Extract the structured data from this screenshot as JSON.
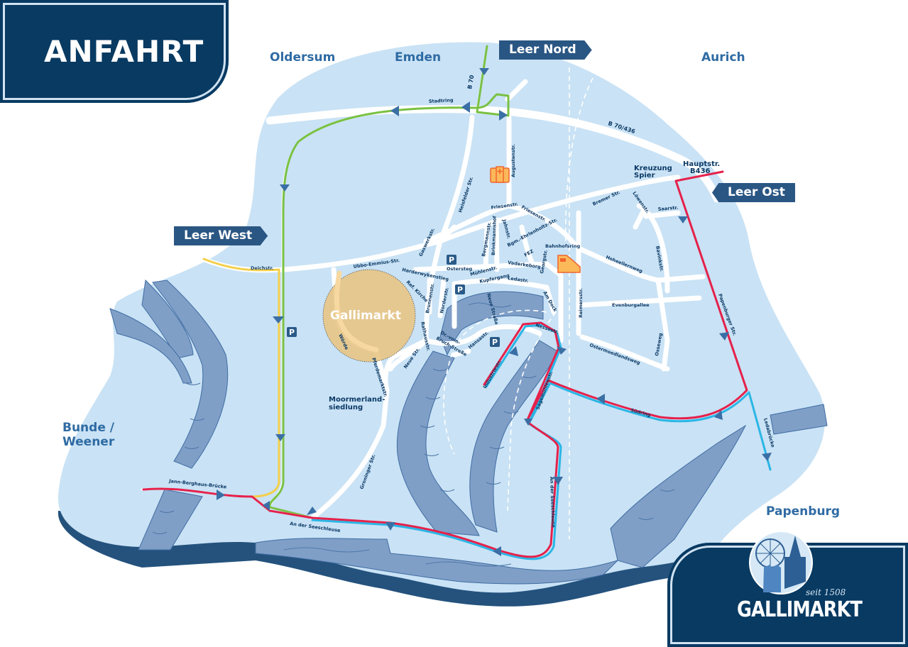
{
  "title": "ANFAHRT",
  "cities": {
    "oldersum": "Oldersum",
    "emden": "Emden",
    "aurich": "Aurich",
    "bunde": "Bunde /",
    "weener": "Weener",
    "papenburg": "Papenburg"
  },
  "signs": {
    "leer_nord": "Leer Nord",
    "leer_ost": "Leer Ost",
    "leer_west": "Leer West"
  },
  "venue": "Gallimarkt",
  "districts": {
    "kreuzung_1": "Kreuzung",
    "kreuzung_2": "Spier",
    "hauptstr_1": "Hauptstr.",
    "hauptstr_2": "B436",
    "moormerland_1": "Moormerland-",
    "moormerland_2": "siedlung"
  },
  "roads": {
    "b70": "B 70",
    "b70_436": "B 70/436",
    "stadtring": "Stadtring",
    "heisfelder": "Heisfelder Str.",
    "augusten": "Augustenstr.",
    "friesen1": "Friesenstr.",
    "friesen2": "Friesenstr.",
    "jahn": "Jahnstr.",
    "ehrlenholtz": "Bgm.-Ehrlenholtz-Str.",
    "bergmann": "Bergmannstr.",
    "brinkmann": "Brinkmannshof",
    "gaswerk": "Gaswerkstr.",
    "ubbo": "Ubbo-Emmius-Str.",
    "deich": "Deichstr.",
    "ostersteg": "Ostersteg",
    "muehlen": "Mühlenstr.",
    "kupfer": "Kupfergang",
    "vaderkeborg": "Vaderkeborg",
    "fez": "FEZ",
    "bahnhofsring": "Bahnhofsring",
    "georg": "Georgstr.",
    "leda": "Ledastr.",
    "amdock": "Am Dock",
    "bremer": "Bremer Str.",
    "loewen": "Löwenstr.",
    "saar": "Saarstr.",
    "bavink": "Bavinkstr.",
    "hoheellern": "Hoheellernweg",
    "evenburg": "Evenburgallee",
    "reimers": "Reimersstr.",
    "ostermoed": "Ostermoedlandsweg",
    "osse": "Osseweg",
    "papenburger": "Papenburger Str.",
    "suedring": "Südring",
    "ledabruecke": "Ledabrücke",
    "nesse": "Nessestr.",
    "saegemuehlen": "Sägemühlenstr.",
    "industrie": "Industriestr.",
    "hansa": "Hansastr.",
    "vombruch1": "Dr.-vom-",
    "vombruch2": "Bruch-Straße",
    "neue": "Neue Str.",
    "woerde": "Wörde",
    "pferdemarkt": "Pferdemarktstr.",
    "rathaus": "Rathausstr.",
    "brunnen": "Brunnenstr.",
    "norder": "Norderstr.",
    "harderwyken": "Harderwykenstieg",
    "refkirche": "Ref. Kirche",
    "hafen": "Neue Straße",
    "groninger": "Groninger Str.",
    "jannberghaus": "Jann-Berghaus-Brücke",
    "seeschleuse1": "An der Seeschleuse",
    "seeschleuse2": "An der Seeschleuse"
  },
  "parking_label": "P",
  "icons": [
    "hospital-icon",
    "train-station-icon",
    "parking-icon",
    "direction-arrow-icon"
  ],
  "route_colors": {
    "north": "#7ac143",
    "west": "#f3cf4b",
    "east": "#e5214b",
    "south": "#2ab6e6"
  },
  "colors": {
    "land": "#c9e2f5",
    "base": "#24527d",
    "river": "#809fc7",
    "navy": "#083a62",
    "venue": "#e8c585"
  },
  "logo": {
    "name": "GALLIMARKT",
    "since": "seit 1508"
  }
}
